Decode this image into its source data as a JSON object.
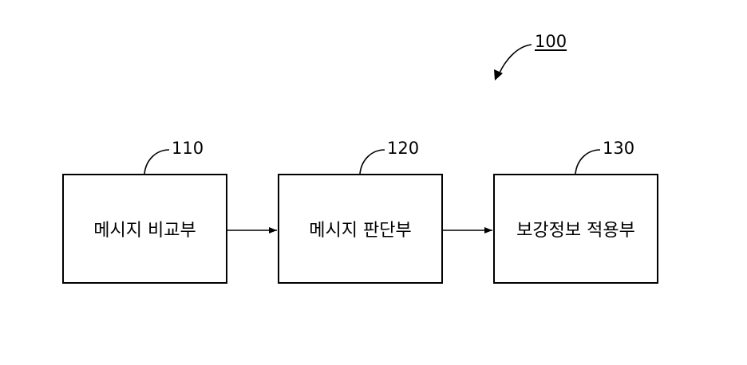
{
  "figure": {
    "reference": "100"
  },
  "blocks": [
    {
      "reference": "110",
      "label": "메시지 비교부"
    },
    {
      "reference": "120",
      "label": "메시지 판단부"
    },
    {
      "reference": "130",
      "label": "보강정보 적용부"
    }
  ]
}
